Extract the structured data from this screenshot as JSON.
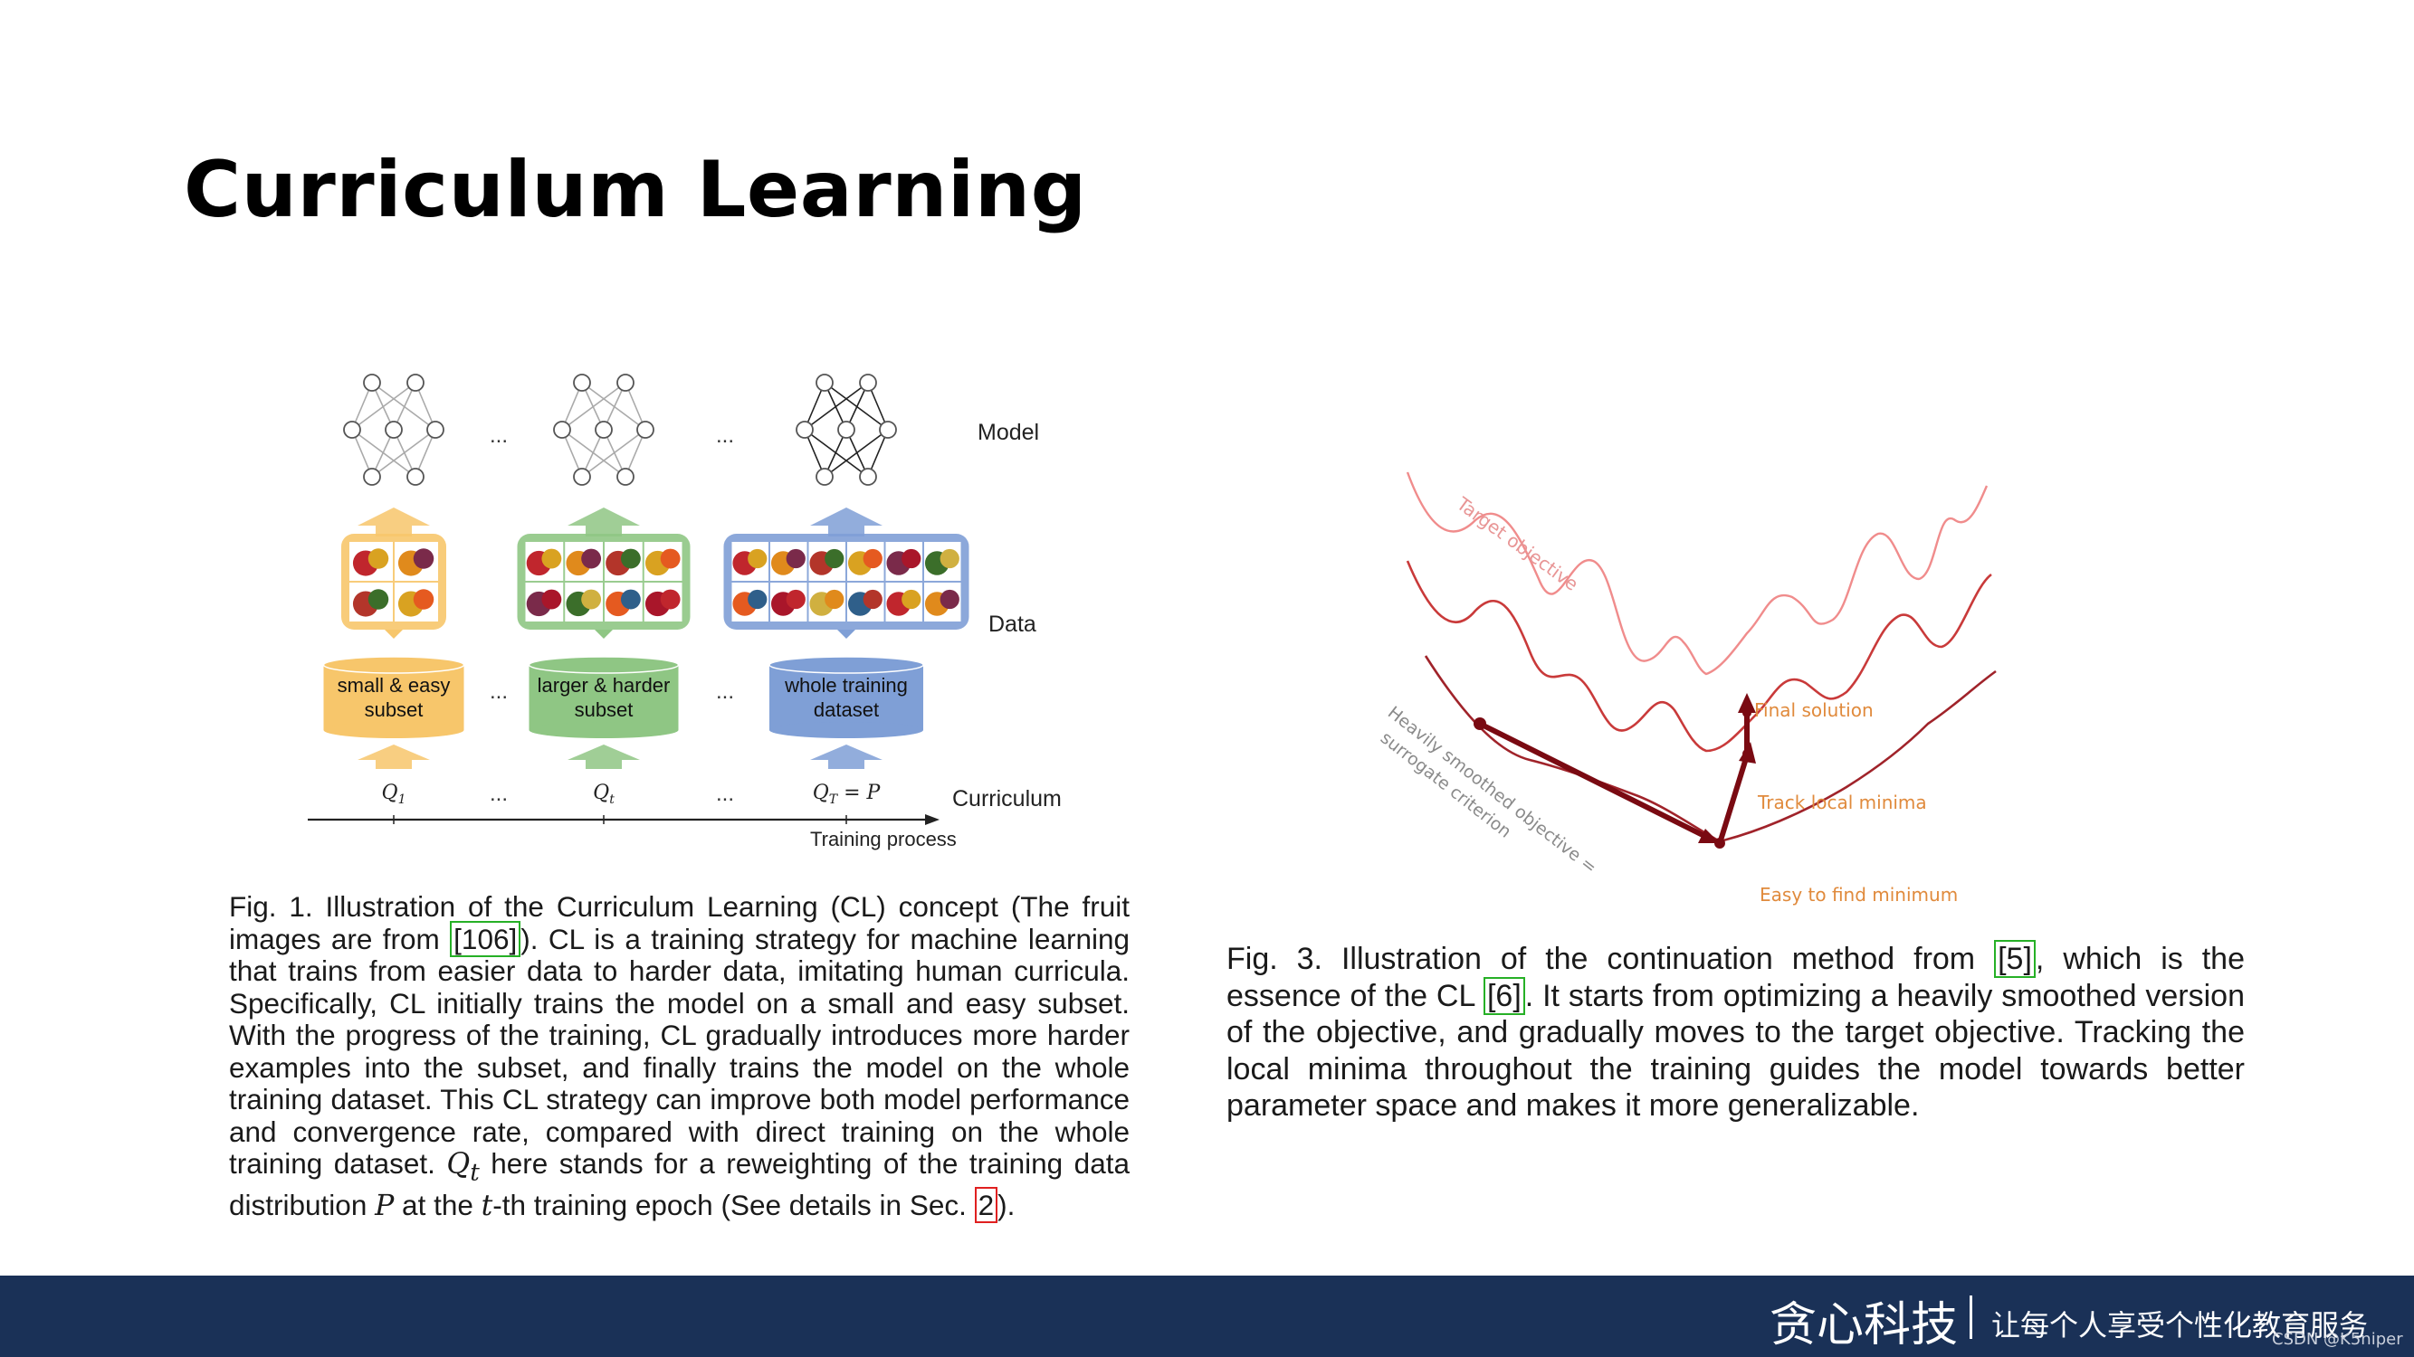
{
  "title": "Curriculum Learning",
  "figure1": {
    "model_label": "Model",
    "data_label": "Data",
    "curriculum_label": "Curriculum",
    "ellipsis": "...",
    "training_process": "Training process",
    "stages": [
      {
        "subset": [
          "small & easy",
          "subset"
        ],
        "q_label": "Q",
        "q_sub": "1",
        "color": "#f7c66b"
      },
      {
        "subset": [
          "larger & harder",
          "subset"
        ],
        "q_label": "Q",
        "q_sub": "t",
        "color": "#8fc684"
      },
      {
        "subset": [
          "whole training",
          "dataset"
        ],
        "q_label": "Q",
        "q_sub": "T",
        "q_extra": " = P",
        "color": "#7f9fd6"
      }
    ],
    "caption": {
      "fig": "Fig. 1.",
      "t1": " Illustration of the Curriculum Learning (CL) concept (The fruit images are from ",
      "ref1": "[106]",
      "t2": "). CL is a training strategy for machine learning that trains from easier data to harder data, imitating human curricula. Specifically, CL initially trains the model on a small and easy subset. With the progress of the training, CL gradually introduces more harder examples into the subset, and finally trains the model on the whole training dataset. This CL strategy can improve both model performance and convergence rate, compared with direct training on the whole training dataset. ",
      "qt": "Q",
      "qt_sub": "t",
      "t3": " here stands for a reweighting of the training data distribution ",
      "p": "P",
      "t4": " at the ",
      "t_var": "t",
      "t5": "-th training epoch (See details in Sec. ",
      "ref2": "2",
      "t6": ")."
    }
  },
  "figure3": {
    "target_objective": "Target objective",
    "smoothed_objective_1": "Heavily smoothed objective =",
    "smoothed_objective_2": "surrogate criterion",
    "final_solution": "Final solution",
    "track_local_minima": "Track local minima",
    "easy_minimum": "Easy to find minimum",
    "caption": {
      "fig": "Fig. 3.",
      "t1": " Illustration of the continuation method from ",
      "ref1": "[5]",
      "t2": ", which is the essence of the CL ",
      "ref2": "[6]",
      "t3": ". It starts from optimizing a heavily smoothed version of the objective, and gradually moves to the target objective. Tracking the local minima throughout the training guides the model towards better parameter space and makes it more generalizable."
    }
  },
  "footer": {
    "brand": "贪心科技",
    "slogan": "让每个人享受个性化教育服务",
    "watermark": "CSDN @K5niper"
  }
}
